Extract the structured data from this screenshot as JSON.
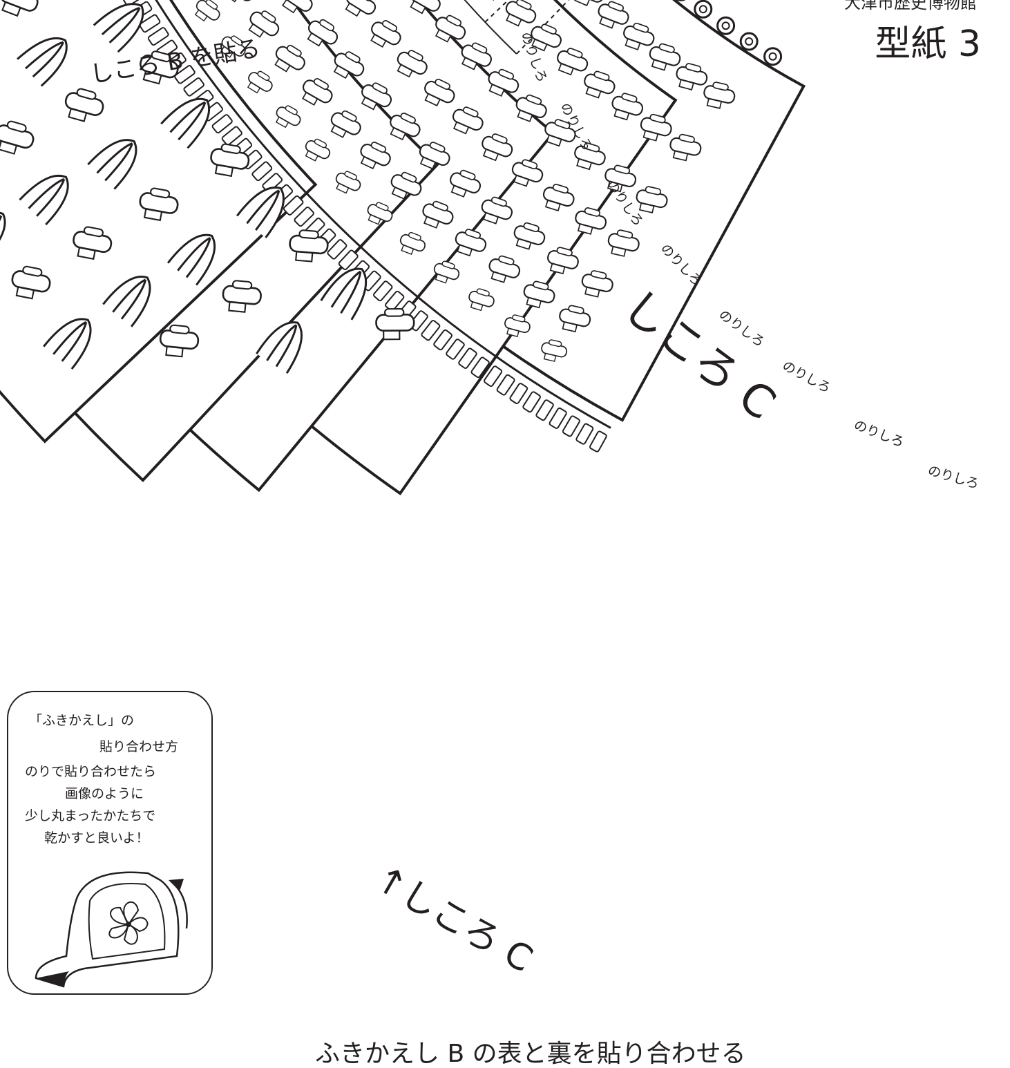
{
  "header": {
    "museum_name": "大津市歴史博物館",
    "pattern_title": "型紙 3"
  },
  "labels": {
    "attach_shikoro_b": "しころ B を貼る",
    "shikoro_c_main": "しころ C",
    "shikoro_c_arrow": "↑しころ C",
    "margin_label": "のりしろ",
    "bottom_instruction": "ふきかえし B の表と裏を貼り合わせる"
  },
  "note": {
    "lines": [
      "「ふきかえし」の",
      "貼り合わせ方",
      "のりで貼り合わせたら",
      "画像のように",
      "少し丸まったかたちで",
      "乾かすと良いよ！"
    ]
  },
  "colors": {
    "ink": "#231f20",
    "paper": "#ffffff"
  },
  "icons": [
    "flower-icon",
    "curl-arrow-icon",
    "lacing-knot-icon",
    "rivet-icon"
  ]
}
